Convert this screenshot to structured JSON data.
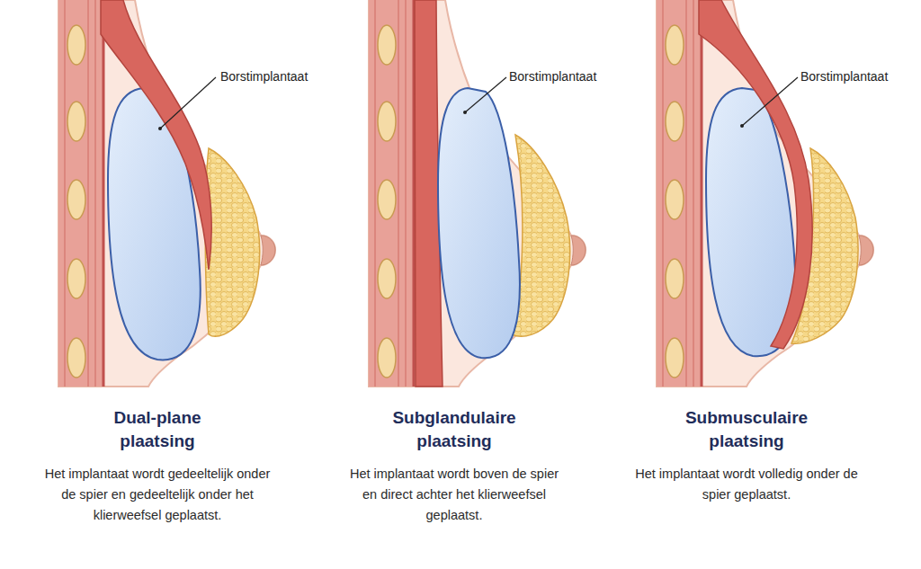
{
  "diagram": {
    "labels": [
      "Borstimplantaat",
      "Borstimplantaat",
      "Borstimplantaat",
      "Dual-plane plaatsing",
      "Het implantaat wordt gedeeltelijk onder de spier en gedeeltelijk onder het klierweefsel geplaatst.",
      "Subglandulaire plaatsing",
      "Het implantaat wordt boven de spier en direct achter het klierweefsel geplaatst.",
      "Submusculaire plaatsing",
      "Het implantaat wordt volledig onder de spier geplaatst."
    ]
  }
}
